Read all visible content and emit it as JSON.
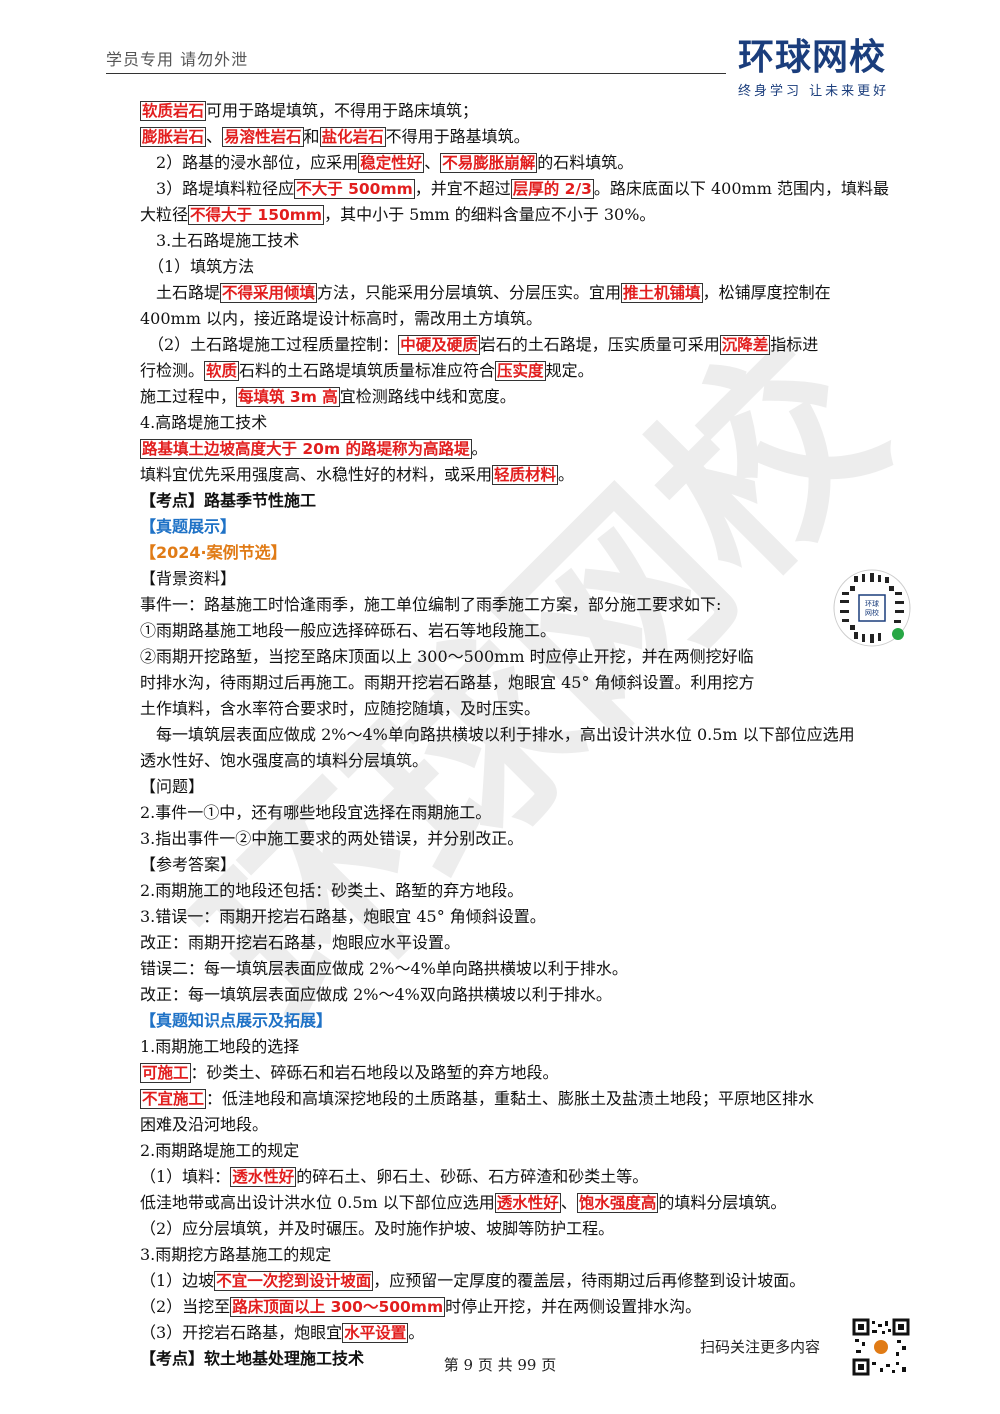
{
  "header": {
    "left_text": "学员专用 请勿外泄",
    "logo_text": "环球网校",
    "logo_slogan": "终身学习 让未来更好"
  },
  "watermark": "环球网校",
  "body": {
    "l1": {
      "a": "软质岩石",
      "b": "可用于路堤填筑，不得用于路床填筑；"
    },
    "l2": {
      "a": "膨胀岩石",
      "b": "、",
      "c": "易溶性岩石",
      "d": "和",
      "e": "盐化岩石",
      "f": "不得用于路基填筑。"
    },
    "l3": {
      "a": "2）路基的浸水部位，应采用",
      "b": "稳定性好",
      "c": "、",
      "d": "不易膨胀崩解",
      "e": "的石料填筑。"
    },
    "l4": {
      "a": "3）路堤填料粒径应",
      "b": "不大于 500mm",
      "c": "，并宜不超过",
      "d": "层厚的 2/3",
      "e": "。路床底面以下 400mm 范围内，填料最"
    },
    "l5": {
      "a": "大粒径",
      "b": "不得大于 150mm",
      "c": "，其中小于 5mm 的细料含量应不小于 30%。"
    },
    "l6": "3.土石路堤施工技术",
    "l7": "（1）填筑方法",
    "l8": {
      "a": "土石路堤",
      "b": "不得采用倾填",
      "c": "方法，只能采用分层填筑、分层压实。宜用",
      "d": "推土机铺填",
      "e": "，松铺厚度控制在"
    },
    "l9": "400mm 以内，接近路堤设计标高时，需改用土方填筑。",
    "l10": {
      "a": "（2）土石路堤施工过程质量控制：",
      "b": "中硬及硬质",
      "c": "岩石的土石路堤，压实质量可采用",
      "d": "沉降差",
      "e": "指标进"
    },
    "l11": {
      "a": "行检测。",
      "b": "软质",
      "c": "石料的土石路堤填筑质量标准应符合",
      "d": "压实度",
      "e": "规定。"
    },
    "l12": {
      "a": "施工过程中，",
      "b": "每填筑 3m 高",
      "c": "宜检测路线中线和宽度。"
    },
    "l13": "4.高路堤施工技术",
    "l14": {
      "a": "路基填土边坡高度大于 20m 的路堤称为高路堤",
      "b": "。"
    },
    "l15": {
      "a": "填料宜优先采用强度高、水稳性好的材料，或采用",
      "b": "轻质材料",
      "c": "。"
    },
    "l16": "【考点】路基季节性施工",
    "l17": "【真题展示】",
    "l18": "【2024·案例节选】",
    "l19": "【背景资料】",
    "l20": "事件一：路基施工时恰逢雨季，施工单位编制了雨季施工方案，部分施工要求如下:",
    "l21": "①雨期路基施工地段一般应选择碎砾石、岩石等地段施工。",
    "l22": "②雨期开挖路堑，当挖至路床顶面以上 300～500mm 时应停止开挖，并在两侧挖好临",
    "l23": "时排水沟，待雨期过后再施工。雨期开挖岩石路基，炮眼宜 45° 角倾斜设置。利用挖方",
    "l24": "土作填料，含水率符合要求时，应随挖随填，及时压实。",
    "l25": "每一填筑层表面应做成 2%～4%单向路拱横坡以利于排水，高出设计洪水位 0.5m 以下部位应选用",
    "l26": "透水性好、饱水强度高的填料分层填筑。",
    "l27": "【问题】",
    "l28": "2.事件一①中，还有哪些地段宜选择在雨期施工。",
    "l29": "3.指出事件一②中施工要求的两处错误，并分别改正。",
    "l30": "【参考答案】",
    "l31": "2.雨期施工的地段还包括：砂类土、路堑的弃方地段。",
    "l32": "3.错误一：雨期开挖岩石路基，炮眼宜 45° 角倾斜设置。",
    "l33": "改正：雨期开挖岩石路基，炮眼应水平设置。",
    "l34": "错误二：每一填筑层表面应做成 2%～4%单向路拱横坡以利于排水。",
    "l35": "改正：每一填筑层表面应做成 2%～4%双向路拱横坡以利于排水。",
    "l36": "【真题知识点展示及拓展】",
    "l37": "1.雨期施工地段的选择",
    "l38": {
      "a": "可施工",
      "b": "：砂类土、碎砾石和岩石地段以及路堑的弃方地段。"
    },
    "l39": {
      "a": "不宜施工",
      "b": "：低洼地段和高填深挖地段的土质路基，重黏土、膨胀土及盐渍土地段；平原地区排水"
    },
    "l40": "困难及沿河地段。",
    "l41": "2.雨期路堤施工的规定",
    "l42": {
      "a": "（1）填料：",
      "b": "透水性好",
      "c": "的碎石土、卵石土、砂砾、石方碎渣和砂类土等。"
    },
    "l43": {
      "a": "低洼地带或高出设计洪水位 0.5m 以下部位应选用",
      "b": "透水性好",
      "c": "、",
      "d": "饱水强度高",
      "e": "的填料分层填筑。"
    },
    "l44": "（2）应分层填筑，并及时碾压。及时施作护坡、坡脚等防护工程。",
    "l45": "3.雨期挖方路基施工的规定",
    "l46": {
      "a": "（1）边坡",
      "b": "不宜一次挖到设计坡面",
      "c": "，应预留一定厚度的覆盖层，待雨期过后再修整到设计坡面。"
    },
    "l47": {
      "a": "（2）当挖至",
      "b": "路床顶面以上 300～500mm",
      "c": "时停止开挖，并在两侧设置排水沟。"
    },
    "l48": {
      "a": "（3）开挖岩石路基，炮眼宜",
      "b": "水平设置",
      "c": "。"
    },
    "l49": "【考点】软土地基处理施工技术"
  },
  "footer": {
    "page": "第 9 页 共 99 页",
    "scan": "扫码关注更多内容"
  },
  "colors": {
    "highlight": "#e21e1e",
    "blue": "#1f72c6",
    "orange": "#e07b16",
    "logo": "#1a3d7c"
  }
}
